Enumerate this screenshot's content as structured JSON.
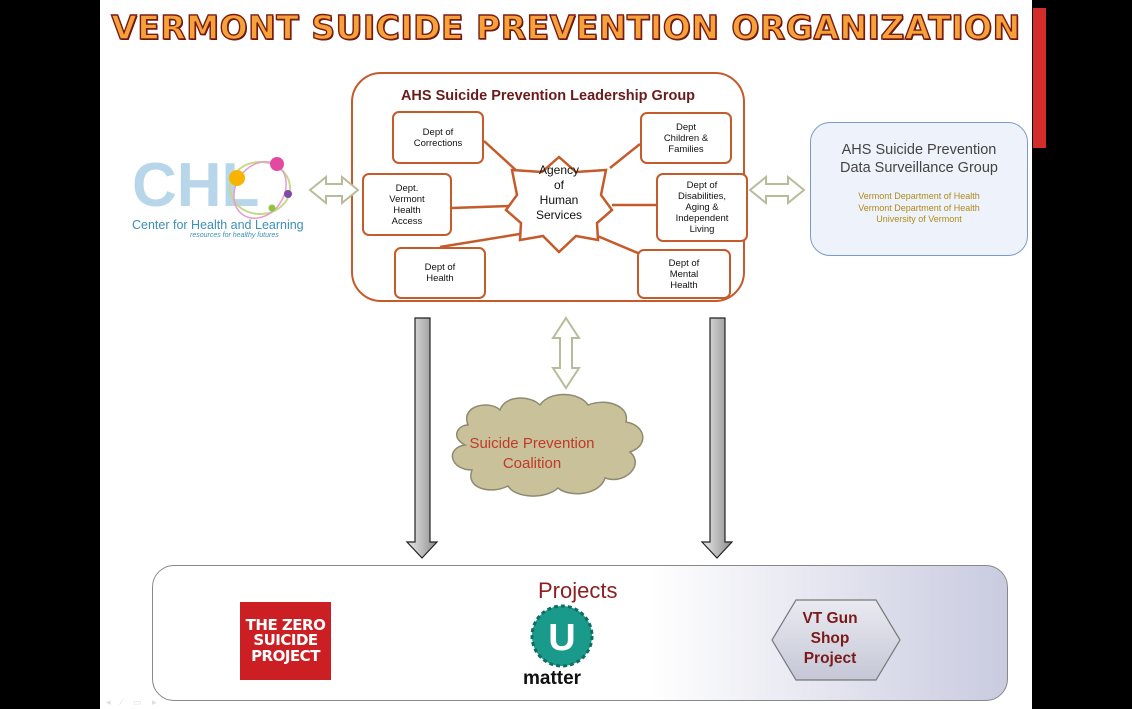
{
  "title": "VERMONT SUICIDE PREVENTION ORGANIZATION",
  "leadership_group": {
    "title": "AHS Suicide Prevention Leadership Group",
    "center": "Agency\nof\nHuman\nServices",
    "departments": {
      "corrections": "Dept of\nCorrections",
      "dcf": "Dept\nChildren &\nFamilies",
      "health_access": "Dept.\nVermont\nHealth\nAccess",
      "disabilities": "Dept of\nDisabilities,\nAging &\nIndependent\nLiving",
      "health": "Dept of\nHealth",
      "mental_health": "Dept of\nMental\nHealth"
    }
  },
  "chl": {
    "logo_text": "CHL",
    "name": "Center for Health and Learning",
    "tagline": "resources for healthy futures"
  },
  "surveillance": {
    "title": "AHS Suicide Prevention\nData Surveillance Group",
    "members": [
      "Vermont  Department of Health",
      "Vermont  Department of Health",
      "University of Vermont"
    ]
  },
  "coalition": "Suicide Prevention\nCoalition",
  "projects": {
    "title": "Projects",
    "zero_suicide": "THE ZERO\nSUICIDE\nPROJECT",
    "umatter_letter": "U",
    "umatter_text": "matter",
    "gun_shop": "VT Gun\nShop\nProject"
  },
  "colors": {
    "title_fill": "#f5a23a",
    "title_stroke": "#7b1a14",
    "box_border": "#c55a2a",
    "cloud": "#c9c19a",
    "arrow_outline": "#b7bd9a"
  }
}
